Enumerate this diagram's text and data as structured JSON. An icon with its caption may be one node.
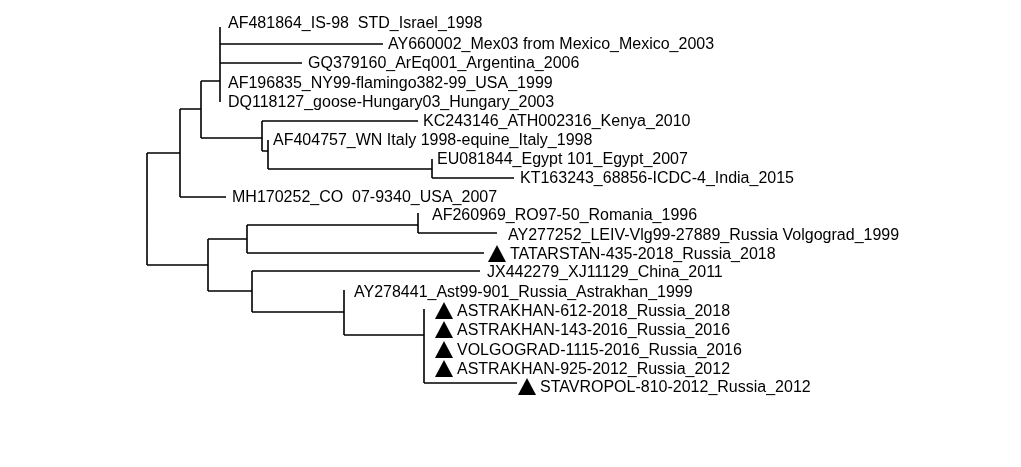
{
  "diagram": {
    "labels": [
      "AF481864_IS-98  STD_Israel_1998",
      "AY660002_Mex03 from Mexico_Mexico_2003",
      "GQ379160_ArEq001_Argentina_2006",
      "AF196835_NY99-flamingo382-99_USA_1999",
      "DQ118127_goose-Hungary03_Hungary_2003",
      "KC243146_ATH002316_Kenya_2010",
      "AF404757_WN Italy 1998-equine_Italy_1998",
      "EU081844_Egypt 101_Egypt_2007",
      "KT163243_68856-ICDC-4_India_2015",
      "MH170252_CO  07-9340_USA_2007",
      "AF260969_RO97-50_Romania_1996",
      "AY277252_LEIV-Vlg99-27889_Russia Volgograd_1999",
      "TATARSTAN-435-2018_Russia_2018",
      "JX442279_XJ11129_China_2011",
      "AY278441_Ast99-901_Russia_Astrakhan_1999",
      "ASTRAKHAN-612-2018_Russia_2018",
      "ASTRAKHAN-143-2016_Russia_2016",
      "VOLGOGRAD-1115-2016_Russia_2016",
      "ASTRAKHAN-925-2012_Russia_2012",
      "STAVROPOL-810-2012_Russia_2012"
    ]
  }
}
